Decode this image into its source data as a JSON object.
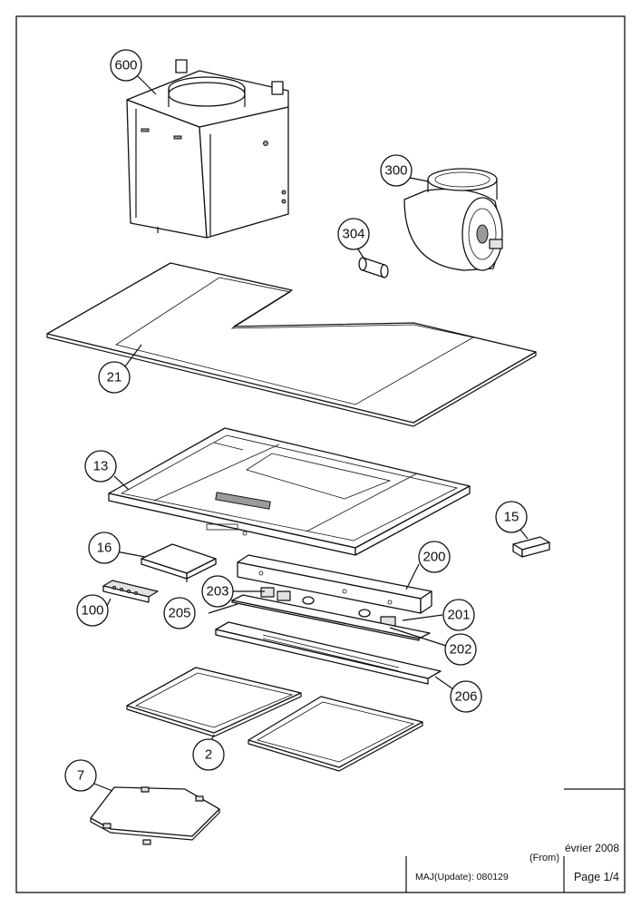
{
  "callouts": [
    {
      "id": "c600",
      "label": "600"
    },
    {
      "id": "c300",
      "label": "300"
    },
    {
      "id": "c304",
      "label": "304"
    },
    {
      "id": "c21",
      "label": "21"
    },
    {
      "id": "c13",
      "label": "13"
    },
    {
      "id": "c15",
      "label": "15"
    },
    {
      "id": "c16",
      "label": "16"
    },
    {
      "id": "c200",
      "label": "200"
    },
    {
      "id": "c203",
      "label": "203"
    },
    {
      "id": "c100",
      "label": "100"
    },
    {
      "id": "c205",
      "label": "205"
    },
    {
      "id": "c201",
      "label": "201"
    },
    {
      "id": "c202",
      "label": "202"
    },
    {
      "id": "c206",
      "label": "206"
    },
    {
      "id": "c2",
      "label": "2"
    },
    {
      "id": "c7",
      "label": "7"
    }
  ],
  "footer": {
    "date": "évrier 2008",
    "from": "(From)",
    "update": "MAJ(Update): 080129",
    "page": "Page 1/4"
  },
  "colors": {
    "line": "#111111",
    "background": "#ffffff",
    "shade": "#e2e2e2"
  }
}
